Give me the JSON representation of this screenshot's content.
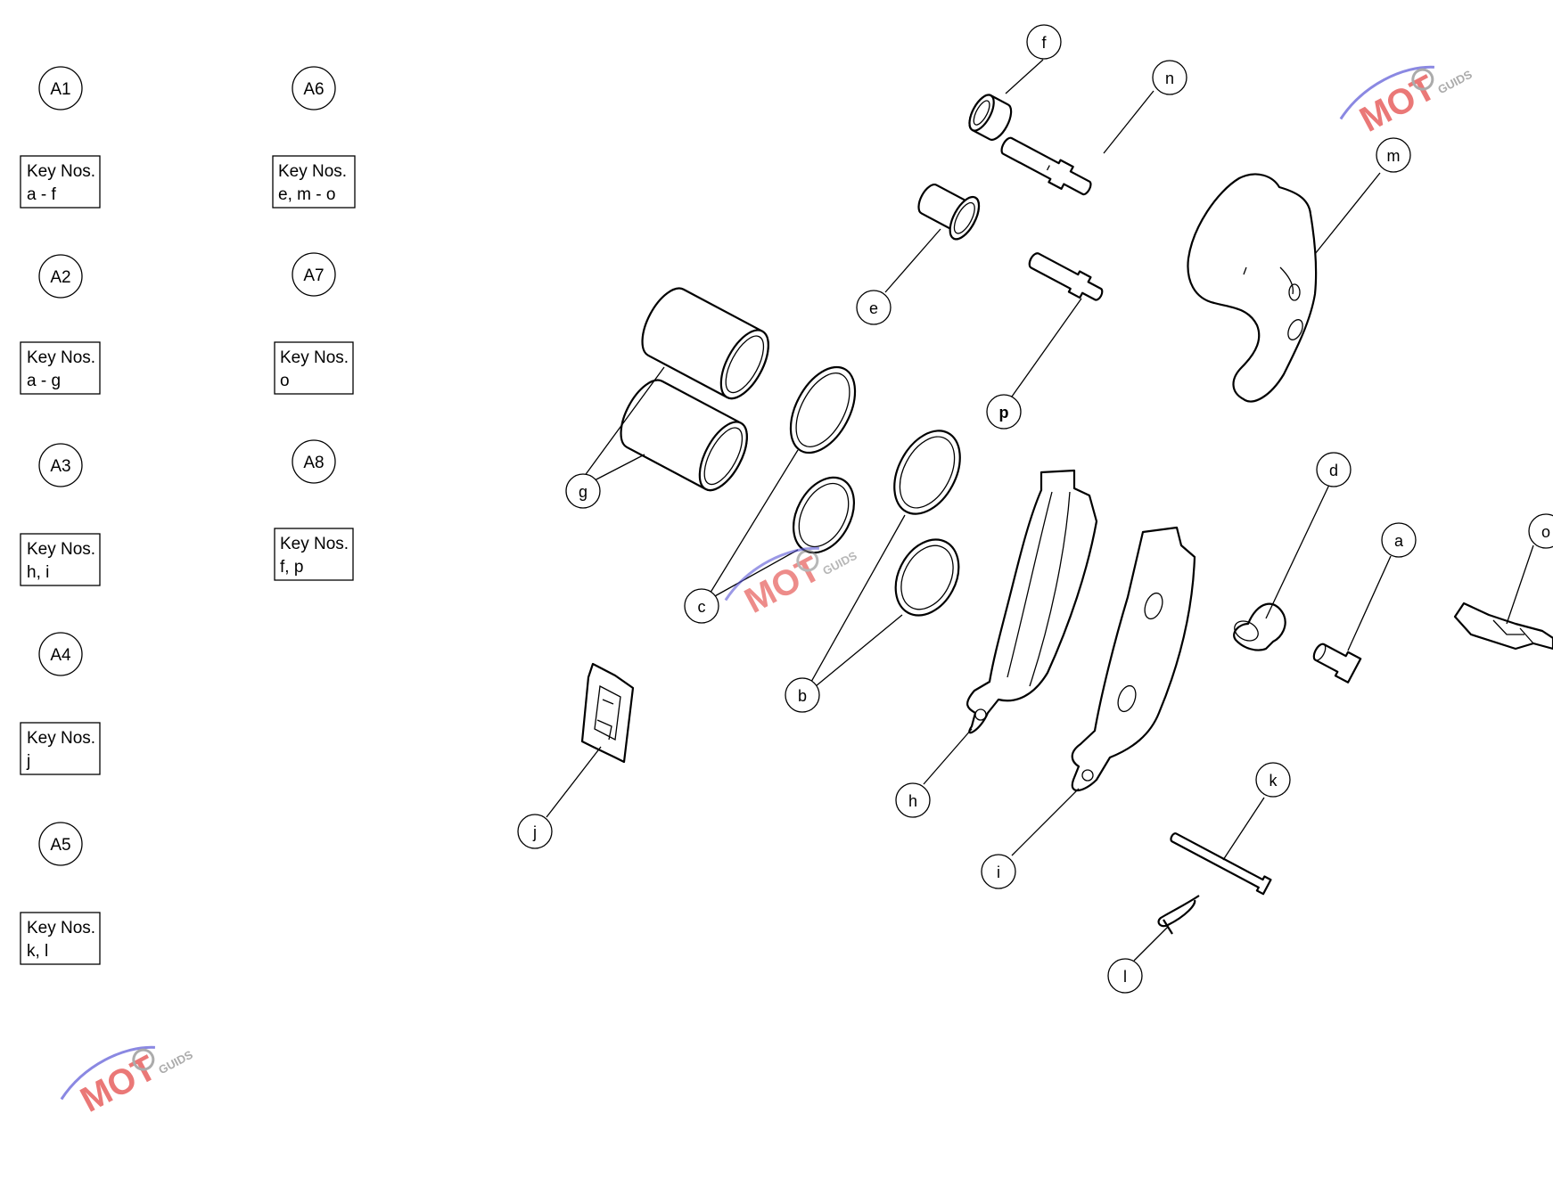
{
  "assemblies": [
    {
      "id": "A1",
      "keys_title": "Key Nos.",
      "keys": "a - f"
    },
    {
      "id": "A2",
      "keys_title": "Key Nos.",
      "keys": "a - g"
    },
    {
      "id": "A3",
      "keys_title": "Key Nos.",
      "keys": "h, i"
    },
    {
      "id": "A4",
      "keys_title": "Key Nos.",
      "keys": "j"
    },
    {
      "id": "A5",
      "keys_title": "Key Nos.",
      "keys": "k, l"
    },
    {
      "id": "A6",
      "keys_title": "Key Nos.",
      "keys": "e, m - o"
    },
    {
      "id": "A7",
      "keys_title": "Key Nos.",
      "keys": "o"
    },
    {
      "id": "A8",
      "keys_title": "Key Nos.",
      "keys": "f, p"
    }
  ],
  "callouts": {
    "a": "a",
    "b": "b",
    "c": "c",
    "d": "d",
    "e": "e",
    "f": "f",
    "g": "g",
    "h": "h",
    "i": "i",
    "j": "j",
    "k": "k",
    "l": "l",
    "m": "m",
    "n": "n",
    "o": "o",
    "p": "p"
  },
  "watermark": {
    "brand": "MOT",
    "sub": "GUIDS",
    "colors": {
      "red": "#e2403e",
      "blue": "#5a56d6",
      "gray": "#888888"
    }
  }
}
